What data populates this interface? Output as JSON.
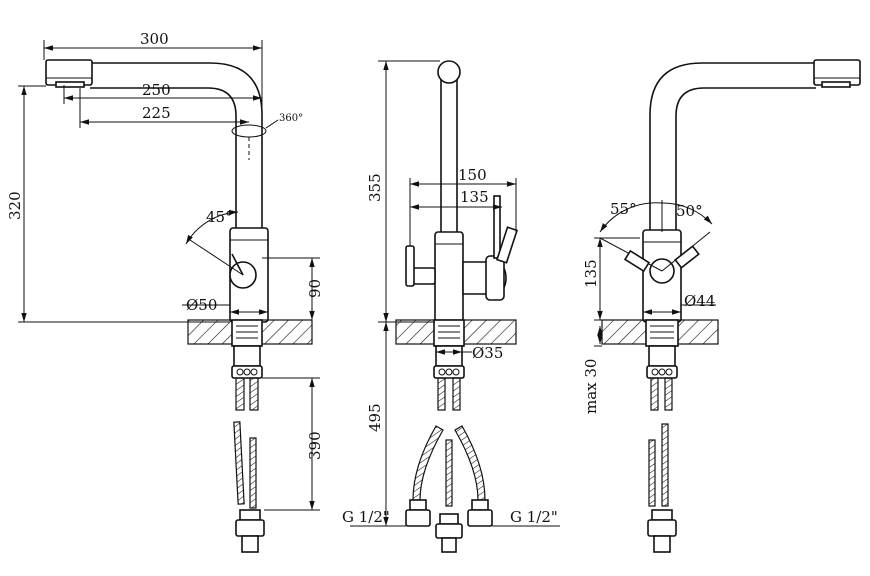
{
  "views": {
    "side": {
      "spout_reach_total": "300",
      "spout_reach_mid": "250",
      "spout_reach_short": "225",
      "rotation": "360°",
      "height_total": "320",
      "lever_angle": "45°",
      "body_diameter": "Ø50",
      "lever_height": "90",
      "hose_length": "390"
    },
    "front": {
      "height_total": "355",
      "width_outer": "150",
      "width_inner": "135",
      "thread_diameter": "Ø35",
      "below_length": "495",
      "connection_left": "G 1/2\"",
      "connection_right": "G 1/2\""
    },
    "rear": {
      "angle_left": "55°",
      "angle_right": "50°",
      "body_height": "135",
      "body_diameter": "Ø44",
      "max_thickness": "max 30"
    }
  }
}
